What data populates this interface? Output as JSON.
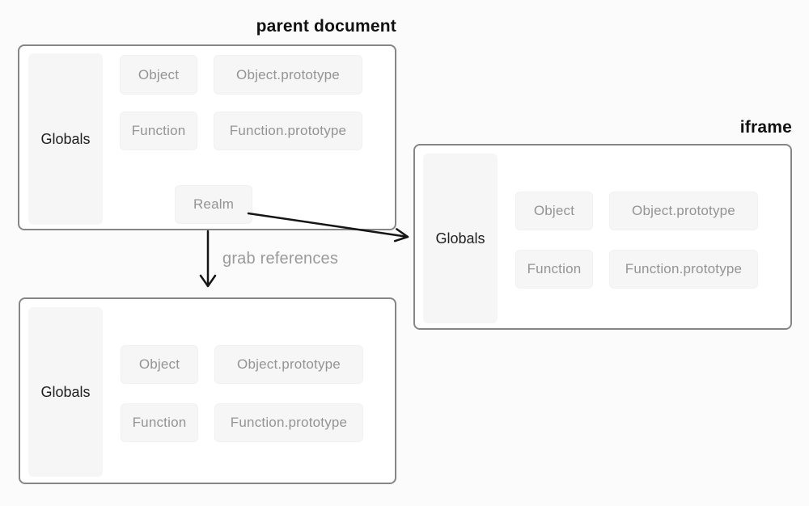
{
  "titles": {
    "parent": "parent document",
    "iframe": "iframe"
  },
  "annotation": {
    "grab_references": "grab references"
  },
  "parent_box": {
    "globals": "Globals",
    "chips": {
      "object": "Object",
      "object_prototype": "Object.prototype",
      "function": "Function",
      "function_prototype": "Function.prototype",
      "realm": "Realm"
    }
  },
  "iframe_box": {
    "globals": "Globals",
    "chips": {
      "object": "Object",
      "object_prototype": "Object.prototype",
      "function": "Function",
      "function_prototype": "Function.prototype"
    }
  },
  "copy_box": {
    "globals": "Globals",
    "chips": {
      "object": "Object",
      "object_prototype": "Object.prototype",
      "function": "Function",
      "function_prototype": "Function.prototype"
    }
  },
  "colors": {
    "page_bg": "#fbfbfb",
    "box_bg": "#ffffff",
    "box_border": "#868686",
    "chip_bg": "#f6f6f6",
    "chip_text": "#949494",
    "globals_text": "#1f1f1f",
    "title_text": "#111111",
    "annotation_text": "#9a9a9a",
    "arrow": "#151515"
  }
}
